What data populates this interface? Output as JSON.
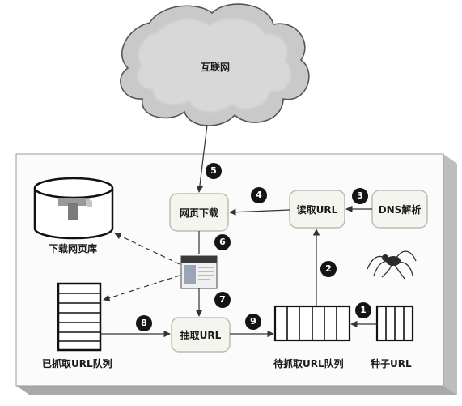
{
  "cloud": {
    "label": "互联网"
  },
  "nodes": {
    "page_download": "网页下载",
    "read_url": "读取URL",
    "dns_resolve": "DNS解析",
    "extract_url": "抽取URL"
  },
  "captions": {
    "downloaded_pages_db": "下载网页库",
    "crawled_url_queue": "已抓取URL队列",
    "pending_url_queue": "待抓取URL队列",
    "seed_url": "种子URL"
  },
  "steps": [
    "1",
    "2",
    "3",
    "4",
    "5",
    "6",
    "7",
    "8",
    "9"
  ]
}
